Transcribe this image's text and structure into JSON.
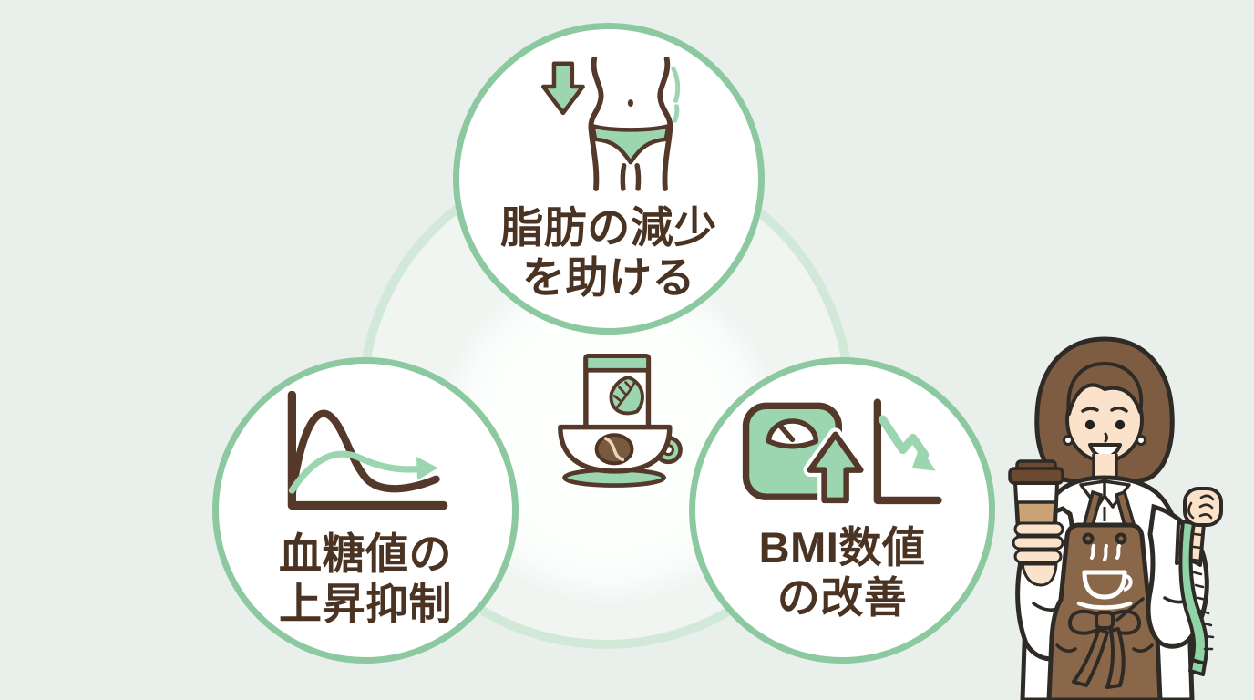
{
  "colors": {
    "bg": "#e9f0ec",
    "circle-border": "#8cc9a0",
    "icon-green": "#9bd6b0",
    "ring": "#d2e9da",
    "text-brown": "#4a3322",
    "outline-brown": "#54392a",
    "apron-brown": "#8a6748",
    "hair-brown": "#7d5c42",
    "skin": "#fbe2cb",
    "lid-brown": "#6b4a31",
    "band-tan": "#c9a276",
    "bean-brown": "#7a5a3f",
    "tape-green": "#90d3a6"
  },
  "benefits": [
    {
      "id": "fat-reduction",
      "icon": "waist-slimming-icon",
      "line1": "脂肪の減少",
      "line2": "を助ける"
    },
    {
      "id": "blood-sugar",
      "icon": "glucose-curve-icon",
      "line1": "血糖値の",
      "line2": "上昇抑制"
    },
    {
      "id": "bmi",
      "icon": "scale-trend-icon",
      "line1": "BMI数値",
      "line2": "の改善"
    }
  ],
  "center": {
    "icon": "coffee-bag-and-cup-icon"
  },
  "illustration": {
    "name": "barista-woman-with-coffee-and-measuring-tape"
  }
}
